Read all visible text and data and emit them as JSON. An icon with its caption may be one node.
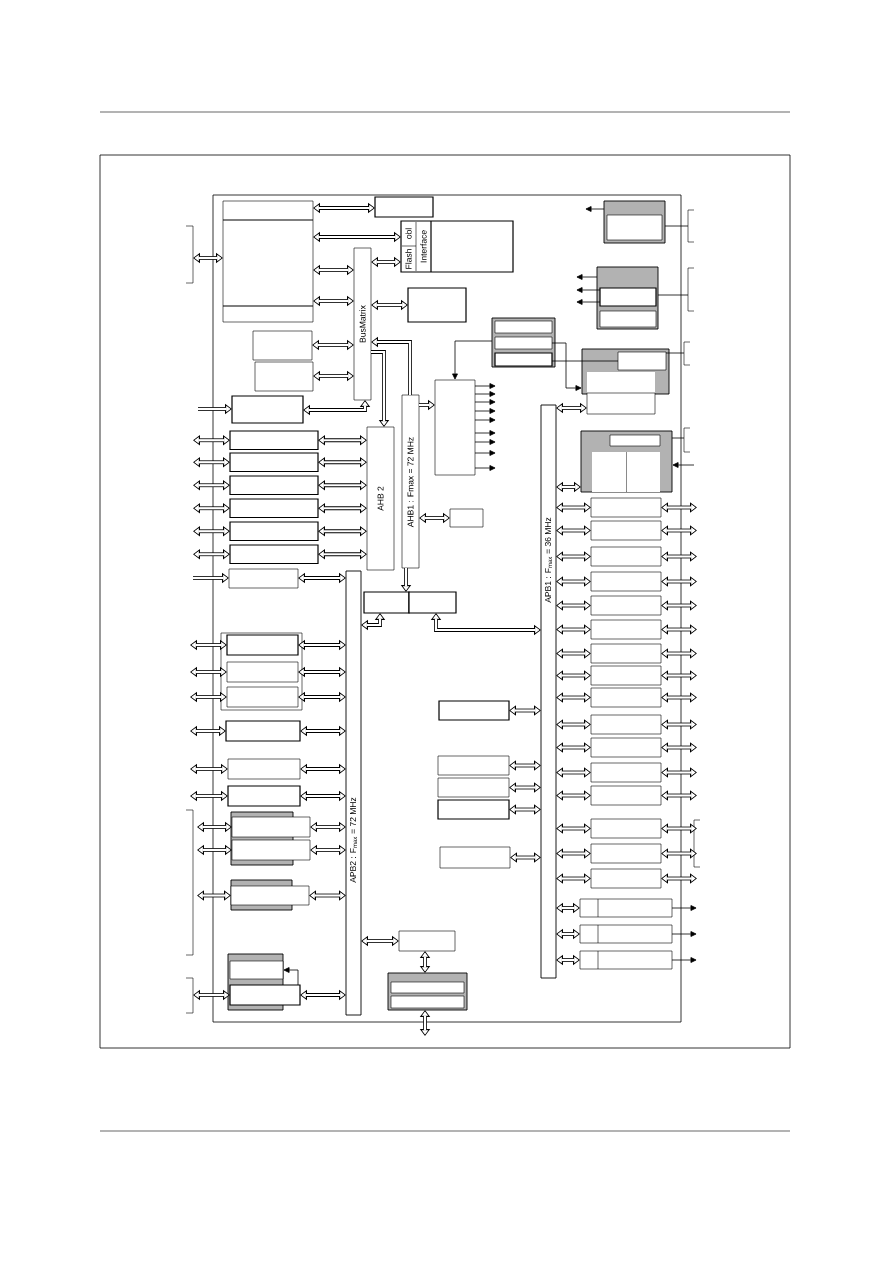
{
  "diagram": {
    "nodes": [
      {
        "text": [],
        "shape": "box"
      },
      {
        "text": [],
        "shape": "box"
      },
      {
        "text": [
          "Flash",
          "obl",
          "Interface"
        ]
      },
      {
        "text": [
          "BusMatrix"
        ]
      },
      {
        "text": [],
        "shape": "box"
      },
      {
        "text": [],
        "shape": "box"
      },
      {
        "text": [],
        "shape": "box"
      },
      {
        "text": [],
        "shape": "box"
      },
      {
        "text": [
          "AHB 2"
        ]
      },
      {
        "text": [],
        "shape": "box"
      },
      {
        "text": [],
        "shape": "box"
      },
      {
        "text": [],
        "shape": "box"
      },
      {
        "text": [],
        "shape": "box"
      },
      {
        "text": [],
        "shape": "box"
      },
      {
        "text": [],
        "shape": "box"
      },
      {
        "text": [],
        "shape": "box"
      },
      {
        "text": [
          "AHB1 : Fmax = 72 MHz"
        ]
      },
      {
        "text": [],
        "shape": "box"
      },
      {
        "text": [],
        "shape": "box"
      },
      {
        "text": [],
        "shape": "box"
      },
      {
        "text": [],
        "shape": "box"
      },
      {
        "text": [],
        "shape": "box"
      },
      {
        "text": [],
        "shape": "box",
        "in": 21
      },
      {
        "text": [],
        "shape": "box",
        "in": 21
      },
      {
        "text": [],
        "shape": "box",
        "in": 21
      },
      {
        "text": [],
        "shape": "box"
      },
      {
        "text": [],
        "shape": "box",
        "in": 25
      },
      {
        "text": [],
        "shape": "box"
      },
      {
        "text": [],
        "shape": "box",
        "in": 27
      },
      {
        "text": [],
        "shape": "box",
        "in": 27
      },
      {
        "text": [],
        "shape": "box"
      },
      {
        "text": [],
        "shape": "box",
        "in": 30
      },
      {
        "text": [],
        "shape": "box"
      },
      {
        "text": [],
        "shape": "box"
      },
      {
        "text": [],
        "shape": "box",
        "in": 33
      },
      {
        "text": [
          "APB1 : F$_{max}$ = 36 MHz"
        ]
      },
      {
        "text": [],
        "shape": "box"
      },
      {
        "text": [],
        "shape": "box"
      },
      {
        "text": [],
        "shape": "box"
      },
      {
        "text": [],
        "shape": "box"
      },
      {
        "text": [],
        "shape": "box"
      },
      {
        "text": [],
        "shape": "box"
      },
      {
        "text": [],
        "shape": "box"
      },
      {
        "text": [],
        "shape": "box"
      },
      {
        "text": [],
        "shape": "box"
      },
      {
        "text": [],
        "shape": "box"
      },
      {
        "text": [],
        "shape": "box"
      },
      {
        "text": [],
        "shape": "box"
      },
      {
        "text": [],
        "shape": "box"
      },
      {
        "text": [],
        "shape": "box"
      },
      {
        "text": [],
        "shape": "box"
      },
      {
        "text": [],
        "shape": "box"
      },
      {
        "text": [],
        "shape": "box"
      },
      {
        "text": [],
        "shape": "box"
      },
      {
        "text": [],
        "shape": "box"
      },
      {
        "text": [],
        "shape": "box"
      },
      {
        "text": [],
        "shape": "box"
      },
      {
        "text": [],
        "shape": "box"
      },
      {
        "text": [],
        "shape": "box"
      },
      {
        "text": [],
        "shape": "box"
      },
      {
        "text": [
          "APB2 : F$_{max}$ = 72 MHz"
        ]
      },
      {
        "text": [],
        "shape": "box"
      },
      {
        "text": [],
        "shape": "box"
      },
      {
        "text": [],
        "shape": "box",
        "in": 62
      },
      {
        "text": [],
        "shape": "box",
        "in": 62
      },
      {
        "text": [],
        "shape": "box"
      },
      {
        "text": [],
        "shape": "box",
        "in": 65
      },
      {
        "text": [],
        "shape": "box",
        "in": 65
      },
      {
        "text": [],
        "shape": "box",
        "in": 65
      },
      {
        "text": [],
        "shape": "box"
      },
      {
        "text": [],
        "shape": "box"
      },
      {
        "text": [],
        "shape": "box"
      },
      {
        "text": [],
        "shape": "box"
      },
      {
        "text": [],
        "shape": "box"
      },
      {
        "text": [],
        "shape": "box"
      },
      {
        "text": [],
        "shape": "box"
      },
      {
        "text": [],
        "shape": "box"
      },
      {
        "text": [],
        "shape": "box"
      },
      {
        "text": [],
        "shape": "box",
        "in": 77
      },
      {
        "text": [],
        "shape": "box"
      }
    ],
    "edges": [
      {
        "from": 0,
        "to": 1,
        "arrow": "both"
      },
      {
        "from": 0,
        "to": 2,
        "arrow": "both"
      },
      {
        "from": 0,
        "to": 3,
        "arrow": "both"
      },
      {
        "from": 0,
        "to": 3,
        "arrow": "both"
      },
      {
        "from": null,
        "to": 0,
        "arrow": "both"
      },
      {
        "from": 3,
        "to": 2,
        "arrow": "both"
      },
      {
        "from": 3,
        "to": 4,
        "arrow": "both"
      },
      {
        "from": 5,
        "to": 3,
        "arrow": "both"
      },
      {
        "from": 6,
        "to": 3,
        "arrow": "both"
      },
      {
        "from": 3,
        "to": 7,
        "arrow": "both"
      },
      {
        "from": null,
        "to": 7,
        "arrow": "to"
      },
      {
        "from": 3,
        "to": 8,
        "arrow": "to"
      },
      {
        "from": 16,
        "to": 3,
        "arrow": "to"
      },
      {
        "from": 16,
        "to": 19,
        "arrow": "to"
      },
      {
        "from": 16,
        "to": 17,
        "arrow": "to"
      },
      {
        "from": 16,
        "to": 20,
        "arrow": "both"
      },
      {
        "from": null,
        "to": 9,
        "arrow": "both"
      },
      {
        "from": 9,
        "to": 8,
        "arrow": "both"
      },
      {
        "from": null,
        "to": 10,
        "arrow": "both"
      },
      {
        "from": 10,
        "to": 8,
        "arrow": "both"
      },
      {
        "from": null,
        "to": 11,
        "arrow": "both"
      },
      {
        "from": 11,
        "to": 8,
        "arrow": "both"
      },
      {
        "from": null,
        "to": 12,
        "arrow": "both"
      },
      {
        "from": 12,
        "to": 8,
        "arrow": "both"
      },
      {
        "from": null,
        "to": 13,
        "arrow": "both"
      },
      {
        "from": 13,
        "to": 8,
        "arrow": "both"
      },
      {
        "from": null,
        "to": 14,
        "arrow": "both"
      },
      {
        "from": 14,
        "to": 8,
        "arrow": "both"
      },
      {
        "from": null,
        "to": 15,
        "arrow": "to"
      },
      {
        "from": 15,
        "to": 60,
        "arrow": "both"
      },
      {
        "from": 17,
        "to": 60,
        "arrow": "both"
      },
      {
        "from": 18,
        "to": 35,
        "arrow": "both"
      },
      {
        "from": 21,
        "to": 19,
        "arrow": "to",
        "color": "#000000"
      },
      {
        "from": 23,
        "to": 30,
        "arrow": "to",
        "color": "#000000"
      },
      {
        "from": 24,
        "to": 31,
        "arrow": "none",
        "color": "#000000"
      },
      {
        "from": 25,
        "to": null,
        "arrow": "to",
        "color": "#000000"
      },
      {
        "from": 27,
        "to": null,
        "arrow": "to",
        "color": "#000000"
      },
      {
        "from": 28,
        "to": null,
        "arrow": "to",
        "color": "#000000"
      },
      {
        "from": 28,
        "to": null,
        "arrow": "to",
        "color": "#000000"
      },
      {
        "from": 32,
        "to": 35,
        "arrow": "both"
      },
      {
        "from": null,
        "to": 33,
        "arrow": "to",
        "color": "#000000"
      },
      {
        "from": 33,
        "to": 35,
        "arrow": "both"
      },
      {
        "from": 36,
        "to": 35,
        "arrow": "both"
      },
      {
        "from": 36,
        "to": null,
        "arrow": "both"
      },
      {
        "from": 37,
        "to": 35,
        "arrow": "both"
      },
      {
        "from": 37,
        "to": null,
        "arrow": "both"
      },
      {
        "from": 38,
        "to": 35,
        "arrow": "both"
      },
      {
        "from": 38,
        "to": null,
        "arrow": "both"
      },
      {
        "from": 39,
        "to": 35,
        "arrow": "both"
      },
      {
        "from": 39,
        "to": null,
        "arrow": "both"
      },
      {
        "from": 40,
        "to": 35,
        "arrow": "both"
      },
      {
        "from": 40,
        "to": null,
        "arrow": "both"
      },
      {
        "from": 41,
        "to": 35,
        "arrow": "both"
      },
      {
        "from": 41,
        "to": null,
        "arrow": "both"
      },
      {
        "from": 42,
        "to": 35,
        "arrow": "both"
      },
      {
        "from": 42,
        "to": null,
        "arrow": "both"
      },
      {
        "from": 43,
        "to": 35,
        "arrow": "both"
      },
      {
        "from": 43,
        "to": null,
        "arrow": "both"
      },
      {
        "from": 44,
        "to": 35,
        "arrow": "both"
      },
      {
        "from": 44,
        "to": null,
        "arrow": "both"
      },
      {
        "from": 45,
        "to": 35,
        "arrow": "both"
      },
      {
        "from": 45,
        "to": null,
        "arrow": "both"
      },
      {
        "from": 46,
        "to": 35,
        "arrow": "both"
      },
      {
        "from": 46,
        "to": null,
        "arrow": "both"
      },
      {
        "from": 47,
        "to": 35,
        "arrow": "both"
      },
      {
        "from": 47,
        "to": null,
        "arrow": "both"
      },
      {
        "from": 48,
        "to": 35,
        "arrow": "both"
      },
      {
        "from": 48,
        "to": null,
        "arrow": "both"
      },
      {
        "from": 49,
        "to": 35,
        "arrow": "both"
      },
      {
        "from": 49,
        "to": null,
        "arrow": "both"
      },
      {
        "from": 50,
        "to": 35,
        "arrow": "both"
      },
      {
        "from": 50,
        "to": null,
        "arrow": "both"
      },
      {
        "from": 51,
        "to": 35,
        "arrow": "both"
      },
      {
        "from": 51,
        "to": null,
        "arrow": "both"
      },
      {
        "from": 52,
        "to": 35,
        "arrow": "both"
      },
      {
        "from": 52,
        "to": null,
        "arrow": "to",
        "color": "#000000"
      },
      {
        "from": 53,
        "to": 35,
        "arrow": "both"
      },
      {
        "from": 53,
        "to": null,
        "arrow": "to",
        "color": "#000000"
      },
      {
        "from": 54,
        "to": 35,
        "arrow": "both"
      },
      {
        "from": 54,
        "to": null,
        "arrow": "to",
        "color": "#000000"
      },
      {
        "from": 55,
        "to": 35,
        "arrow": "both"
      },
      {
        "from": 56,
        "to": 35,
        "arrow": "both"
      },
      {
        "from": 57,
        "to": 35,
        "arrow": "both"
      },
      {
        "from": 58,
        "to": 35,
        "arrow": "both"
      },
      {
        "from": 59,
        "to": 35,
        "arrow": "both"
      },
      {
        "from": 61,
        "to": 60,
        "arrow": "both"
      },
      {
        "from": 61,
        "to": 62,
        "arrow": "both"
      },
      {
        "from": 62,
        "to": null,
        "arrow": "both"
      },
      {
        "from": null,
        "to": 66,
        "arrow": "both"
      },
      {
        "from": 66,
        "to": 60,
        "arrow": "both"
      },
      {
        "from": null,
        "to": 67,
        "arrow": "both"
      },
      {
        "from": 67,
        "to": 60,
        "arrow": "both"
      },
      {
        "from": null,
        "to": 68,
        "arrow": "both"
      },
      {
        "from": 68,
        "to": 60,
        "arrow": "both"
      },
      {
        "from": null,
        "to": 69,
        "arrow": "both"
      },
      {
        "from": 69,
        "to": 60,
        "arrow": "both"
      },
      {
        "from": null,
        "to": 70,
        "arrow": "both"
      },
      {
        "from": 70,
        "to": 60,
        "arrow": "both"
      },
      {
        "from": null,
        "to": 71,
        "arrow": "both"
      },
      {
        "from": 71,
        "to": 60,
        "arrow": "both"
      },
      {
        "from": null,
        "to": 73,
        "arrow": "both"
      },
      {
        "from": 73,
        "to": 60,
        "arrow": "both"
      },
      {
        "from": null,
        "to": 74,
        "arrow": "both"
      },
      {
        "from": 74,
        "to": 60,
        "arrow": "both"
      },
      {
        "from": null,
        "to": 76,
        "arrow": "both"
      },
      {
        "from": 76,
        "to": 60,
        "arrow": "both"
      },
      {
        "from": null,
        "to": 79,
        "arrow": "both"
      },
      {
        "from": 79,
        "to": 60,
        "arrow": "both"
      },
      {
        "from": 79,
        "to": 78,
        "arrow": "to",
        "color": "#000000"
      },
      {
        "from": 19,
        "to": null,
        "arrow": "to",
        "color": "#000000"
      },
      {
        "from": 19,
        "to": null,
        "arrow": "to",
        "color": "#000000"
      },
      {
        "from": 19,
        "to": null,
        "arrow": "to",
        "color": "#000000"
      },
      {
        "from": 19,
        "to": null,
        "arrow": "to",
        "color": "#000000"
      },
      {
        "from": 19,
        "to": null,
        "arrow": "to",
        "color": "#000000"
      },
      {
        "from": 19,
        "to": null,
        "arrow": "to",
        "color": "#000000"
      },
      {
        "from": 19,
        "to": null,
        "arrow": "to",
        "color": "#000000"
      },
      {
        "from": 19,
        "to": null,
        "arrow": "to",
        "color": "#000000"
      },
      {
        "from": 19,
        "to": null,
        "arrow": "to",
        "color": "#000000"
      },
      {
        "from": 25,
        "to": null,
        "arrow": "none",
        "color": "#000000"
      },
      {
        "from": 27,
        "to": null,
        "arrow": "none",
        "color": "#000000"
      },
      {
        "from": 31,
        "to": null,
        "arrow": "none",
        "color": "#000000"
      },
      {
        "from": 33,
        "to": null,
        "arrow": "none",
        "color": "#000000"
      }
    ]
  }
}
